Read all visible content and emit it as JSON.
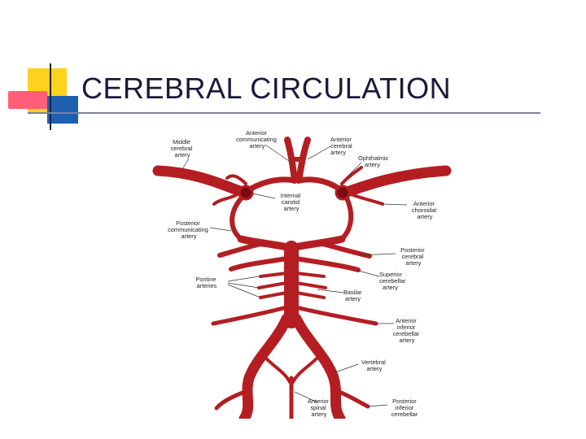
{
  "slide": {
    "title": "CEREBRAL CIRCULATION"
  },
  "colors": {
    "artery": "#b41e22",
    "artery_dark": "#7a0c10",
    "title_text": "#1a1a3a",
    "accent_yellow": "#ffd21e",
    "accent_red": "#ff5f76",
    "accent_blue": "#1f5fb0"
  },
  "labels": {
    "anterior_communicating": [
      "Anterior",
      "communicating",
      "artery"
    ],
    "anterior_cerebral": [
      "Anterior",
      "cerebral",
      "artery"
    ],
    "middle_cerebral": [
      "Middle",
      "cerebral",
      "artery"
    ],
    "ophthalmic": [
      "Ophthalmic",
      "artery"
    ],
    "internal_carotid": [
      "Internal",
      "carotid",
      "artery"
    ],
    "anterior_choroidal": [
      "Anterior",
      "choroidal",
      "artery"
    ],
    "posterior_communicating": [
      "Posterior",
      "communicating",
      "artery"
    ],
    "posterior_cerebral": [
      "Posterior",
      "cerebral",
      "artery"
    ],
    "pontine": [
      "Pontine",
      "arteries"
    ],
    "superior_cerebellar": [
      "Superior",
      "cerebellar",
      "artery"
    ],
    "basilar": [
      "Basilar",
      "artery"
    ],
    "anterior_inferior_cerebellar": [
      "Anterior",
      "inferior",
      "cerebellar",
      "artery"
    ],
    "vertebral": [
      "Vertebral",
      "artery"
    ],
    "anterior_spinal": [
      "Anterior",
      "spinal",
      "artery"
    ],
    "posterior_inferior_cerebellar": [
      "Posterior",
      "inferior",
      "cerebellar",
      "artery"
    ]
  }
}
